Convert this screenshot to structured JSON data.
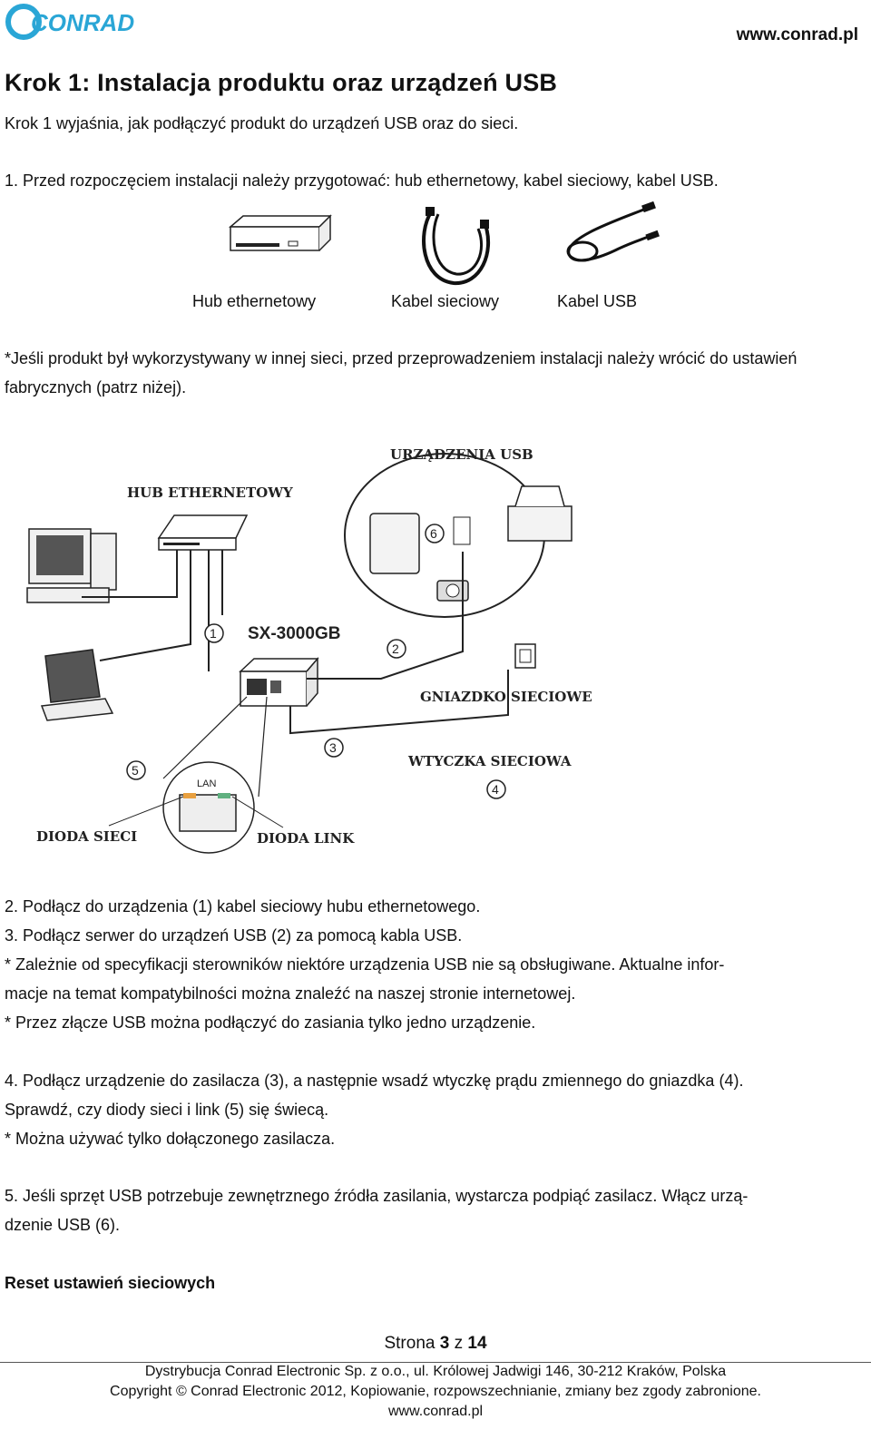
{
  "header": {
    "logo_text": "CONRAD",
    "site": "www.conrad.pl"
  },
  "title": "Krok 1: Instalacja produktu oraz urządzeń USB",
  "intro": "Krok 1 wyjaśnia, jak podłączyć produkt do urządzeń USB oraz do sieci.",
  "step1": "1. Przed rozpoczęciem instalacji należy przygotować: hub ethernetowy, kabel sieciowy, kabel USB.",
  "captions": {
    "hub": "Hub ethernetowy",
    "lan_cable": "Kabel sieciowy",
    "usb_cable": "Kabel USB"
  },
  "note_reset": "*Jeśli produkt był wykorzystywany w innej sieci, przed przeprowadzeniem instalacji należy wrócić do ustawień fabrycznych (patrz niżej).",
  "diagram": {
    "usb_devices": "URZĄDZENIA USB",
    "ethernet_hub": "HUB ETHERNETOWY",
    "model": "SX-3000GB",
    "outlet": "GNIAZDKO SIECIOWE",
    "plug": "WTYCZKA SIECIOWA",
    "lan": "LAN",
    "diode_net": "DIODA SIECI",
    "diode_link": "DIODA LINK",
    "n1": "1",
    "n2": "2",
    "n3": "3",
    "n4": "4",
    "n5": "5",
    "n6": "6"
  },
  "step2": "2. Podłącz do urządzenia (1) kabel sieciowy hubu ethernetowego.",
  "step3": "3. Podłącz serwer do urządzeń USB (2) za pomocą kabla USB.",
  "note3a_l1": "* Zależnie od specyfikacji sterowników niektóre urządzenia USB nie są obsługiwane. Aktualne infor-",
  "note3a_l2": "macje na temat kompatybilności można znaleźć na naszej stronie internetowej.",
  "note3b": "* Przez złącze USB można podłączyć do zasiania tylko jedno urządzenie.",
  "step4_l1": "4. Podłącz urządzenie do zasilacza (3), a następnie wsadź wtyczkę prądu zmiennego do gniazdka (4).",
  "step4_l2": "Sprawdź, czy diody sieci i link (5) się świecą.",
  "note4": "* Można używać tylko dołączonego zasilacza.",
  "step5_l1": "5. Jeśli sprzęt USB potrzebuje zewnętrznego źródła zasilania, wystarcza podpiąć zasilacz. Włącz urzą-",
  "step5_l2": "dzenie USB (6).",
  "reset_heading": "Reset ustawień sieciowych",
  "footer": {
    "page_prefix": "Strona ",
    "page_num": "3",
    "page_mid": " z ",
    "page_total": "14",
    "line1": "Dystrybucja Conrad Electronic Sp. z o.o., ul. Królowej Jadwigi 146, 30-212 Kraków, Polska",
    "line2": "Copyright © Conrad Electronic 2012, Kopiowanie, rozpowszechnianie, zmiany bez zgody zabronione.",
    "line3": "www.conrad.pl"
  },
  "colors": {
    "logo": "#2aa6d6",
    "text": "#111111"
  }
}
